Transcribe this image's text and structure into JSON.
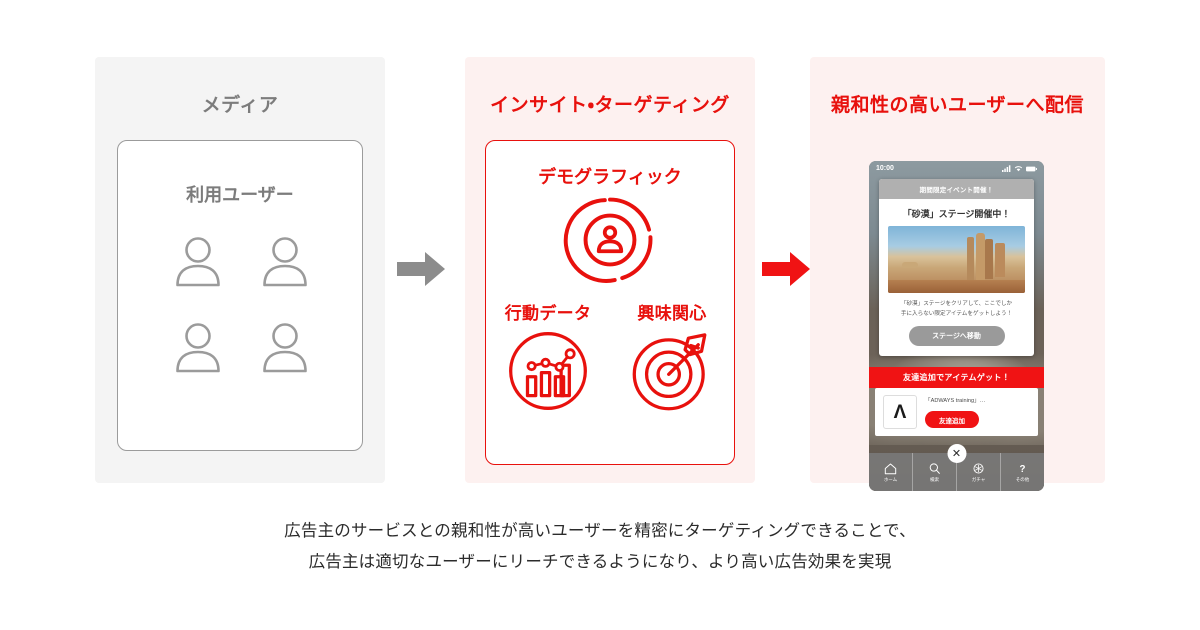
{
  "panels": [
    {
      "id": "media",
      "title": "メディア",
      "card_label": "利用ユーザー",
      "user_count": 4,
      "accent": "#7c7c7c",
      "bg": "#f4f4f4"
    },
    {
      "id": "insight",
      "title": "インサイト・ターゲティング",
      "accent": "#e8110d",
      "bg": "#fdf1f0",
      "items": [
        {
          "label": "デモグラフィック",
          "icon": "donut-person-icon"
        },
        {
          "label": "行動データ",
          "icon": "bar-chart-trend-icon"
        },
        {
          "label": "興味関心",
          "icon": "target-dart-icon"
        }
      ]
    },
    {
      "id": "deliver",
      "title": "親和性の高いユーザーへ配信",
      "accent": "#e8110d",
      "bg": "#fdf1f0"
    }
  ],
  "arrows": [
    {
      "name": "arrow-media-to-insight",
      "color": "#8c8c8c"
    },
    {
      "name": "arrow-insight-to-deliver",
      "color": "#f01314"
    }
  ],
  "phone": {
    "status_time": "10:00",
    "status_icons": [
      "signal-icon",
      "wifi-icon",
      "battery-icon"
    ],
    "popup": {
      "header": "期間限定イベント開催！",
      "title": "「砂漠」ステージ開催中！",
      "image_alt": "desert-stage-artwork",
      "body_line1": "「砂漠」ステージをクリアして、ここでしか",
      "body_line2": "手に入らない限定アイテムをゲットしよう！",
      "button": "ステージへ移動"
    },
    "promo": {
      "banner": "友達追加でアイテムゲット！",
      "logo_glyph": "Λ",
      "text": "「ADWAYS training」…",
      "cta": "友達追加"
    },
    "close_glyph": "✕",
    "tabs": [
      {
        "label": "ホーム",
        "icon": "home-icon"
      },
      {
        "label": "検索",
        "icon": "search-icon"
      },
      {
        "label": "ガチャ",
        "icon": "gacha-icon"
      },
      {
        "label": "その他",
        "icon": "help-icon"
      }
    ]
  },
  "caption": {
    "line1": "広告主のサービスとの親和性が高いユーザーを精密にターゲティングできることで、",
    "line2": "広告主は適切なユーザーにリーチできるようになり、より高い広告効果を実現"
  },
  "colors": {
    "red": "#e8110d",
    "bright_red": "#f01314",
    "gray": "#8c8c8c",
    "panel_gray_bg": "#f4f4f4",
    "panel_pink_bg": "#fdf1f0",
    "text": "#2b2b2b"
  }
}
